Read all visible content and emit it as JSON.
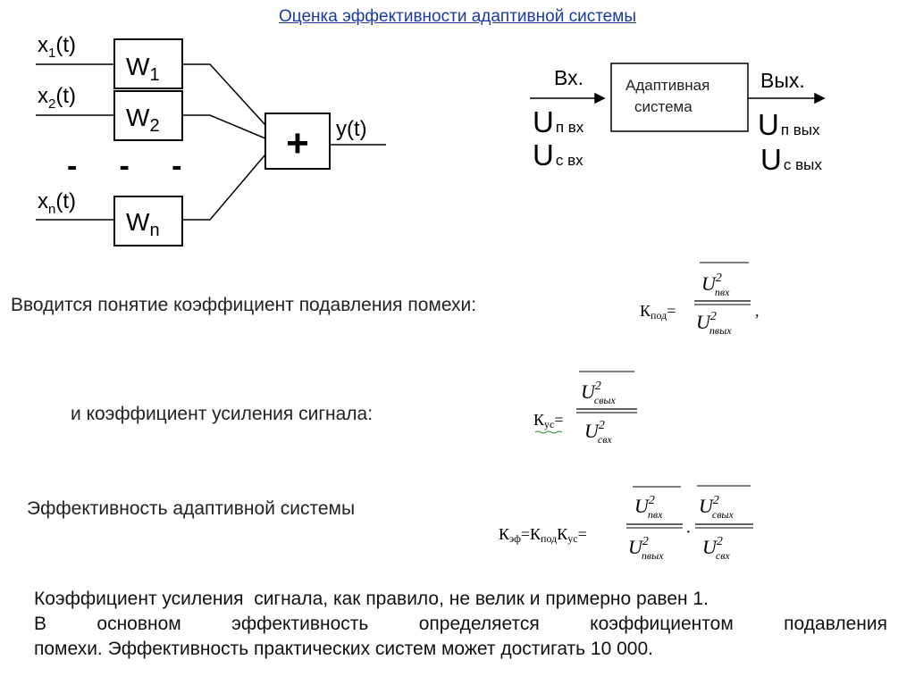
{
  "title": "Оценка эффективности адаптивной системы",
  "combiner": {
    "inputs": [
      {
        "var": "x",
        "sub": "1",
        "arg": "(t)",
        "weight": "W",
        "wsub": "1"
      },
      {
        "var": "x",
        "sub": "2",
        "arg": "(t)",
        "weight": "W",
        "wsub": "2"
      },
      {
        "var": "x",
        "sub": "n",
        "arg": "(t)",
        "weight": "W",
        "wsub": "n"
      }
    ],
    "ellipsis": "-     -     -",
    "sum_symbol": "+",
    "output": "y(t)"
  },
  "adaptive_block": {
    "input_label": "Вх.",
    "output_label": "Вых.",
    "box_line1": "Адаптивная",
    "box_line2": "система",
    "in_noise_main": "U",
    "in_noise_sub": "п вх",
    "in_signal_main": "U",
    "in_signal_sub": "с вх",
    "out_noise_main": "U",
    "out_noise_sub": "п вых",
    "out_signal_main": "U",
    "out_signal_sub": "с вых"
  },
  "text_suppression": "Вводится понятие коэффициент подавления помехи:",
  "text_gain": "и коэффициент усиления сигнала:",
  "text_efficiency": "Эффективность адаптивной системы",
  "formulas": {
    "k_sup": {
      "K": "К",
      "sub": "под",
      "eq": "=",
      "num_sub": "пвх",
      "den_sub": "пвых",
      "U": "U",
      "pow": "2",
      "trail": ","
    },
    "k_gain": {
      "K": "К",
      "sub": "ус",
      "eq": "=",
      "num_sub": "свых",
      "den_sub": "свх",
      "U": "U",
      "pow": "2"
    },
    "k_eff": {
      "K": "К",
      "sub": "эф",
      "eq": "=",
      "K2": "К",
      "sub2": "под",
      "K3": "К",
      "sub3": "ус",
      "eq2": "=",
      "f1_num_sub": "пвх",
      "f1_den_sub": "пвых",
      "dot": "·",
      "f2_num_sub": "свых",
      "f2_den_sub": "свх",
      "U": "U",
      "pow": "2"
    }
  },
  "paragraph": {
    "line1": "Коэффициент усиления  сигнала, как правило, не велик и примерно равен 1.",
    "line2": "В основном эффективность определяется коэффициентом подавления",
    "line3": "помехи. Эффективность практических систем может достигать 10 000."
  }
}
